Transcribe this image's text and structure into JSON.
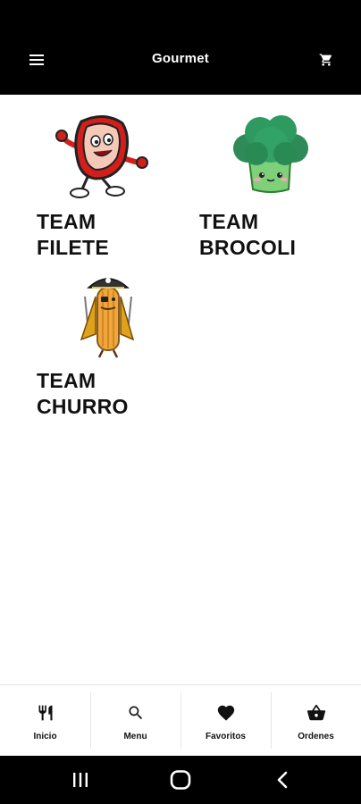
{
  "header": {
    "title": "Gourmet",
    "menu_icon": "hamburger-menu-icon",
    "cart_icon": "shopping-cart-icon"
  },
  "teams": [
    {
      "line1": "TEAM",
      "line2": "FILETE",
      "illustration": "steak-character"
    },
    {
      "line1": "TEAM",
      "line2": "BROCOLI",
      "illustration": "broccoli-character"
    },
    {
      "line1": "TEAM",
      "line2": "CHURRO",
      "illustration": "churro-pirate-character"
    }
  ],
  "bottom_nav": {
    "items": [
      {
        "label": "Inicio",
        "icon": "fork-knife-icon"
      },
      {
        "label": "Menu",
        "icon": "search-icon"
      },
      {
        "label": "Favoritos",
        "icon": "heart-icon"
      },
      {
        "label": "Ordenes",
        "icon": "basket-icon"
      }
    ]
  },
  "colors": {
    "header_bg": "#000000",
    "content_bg": "#ffffff",
    "text": "#111111"
  }
}
